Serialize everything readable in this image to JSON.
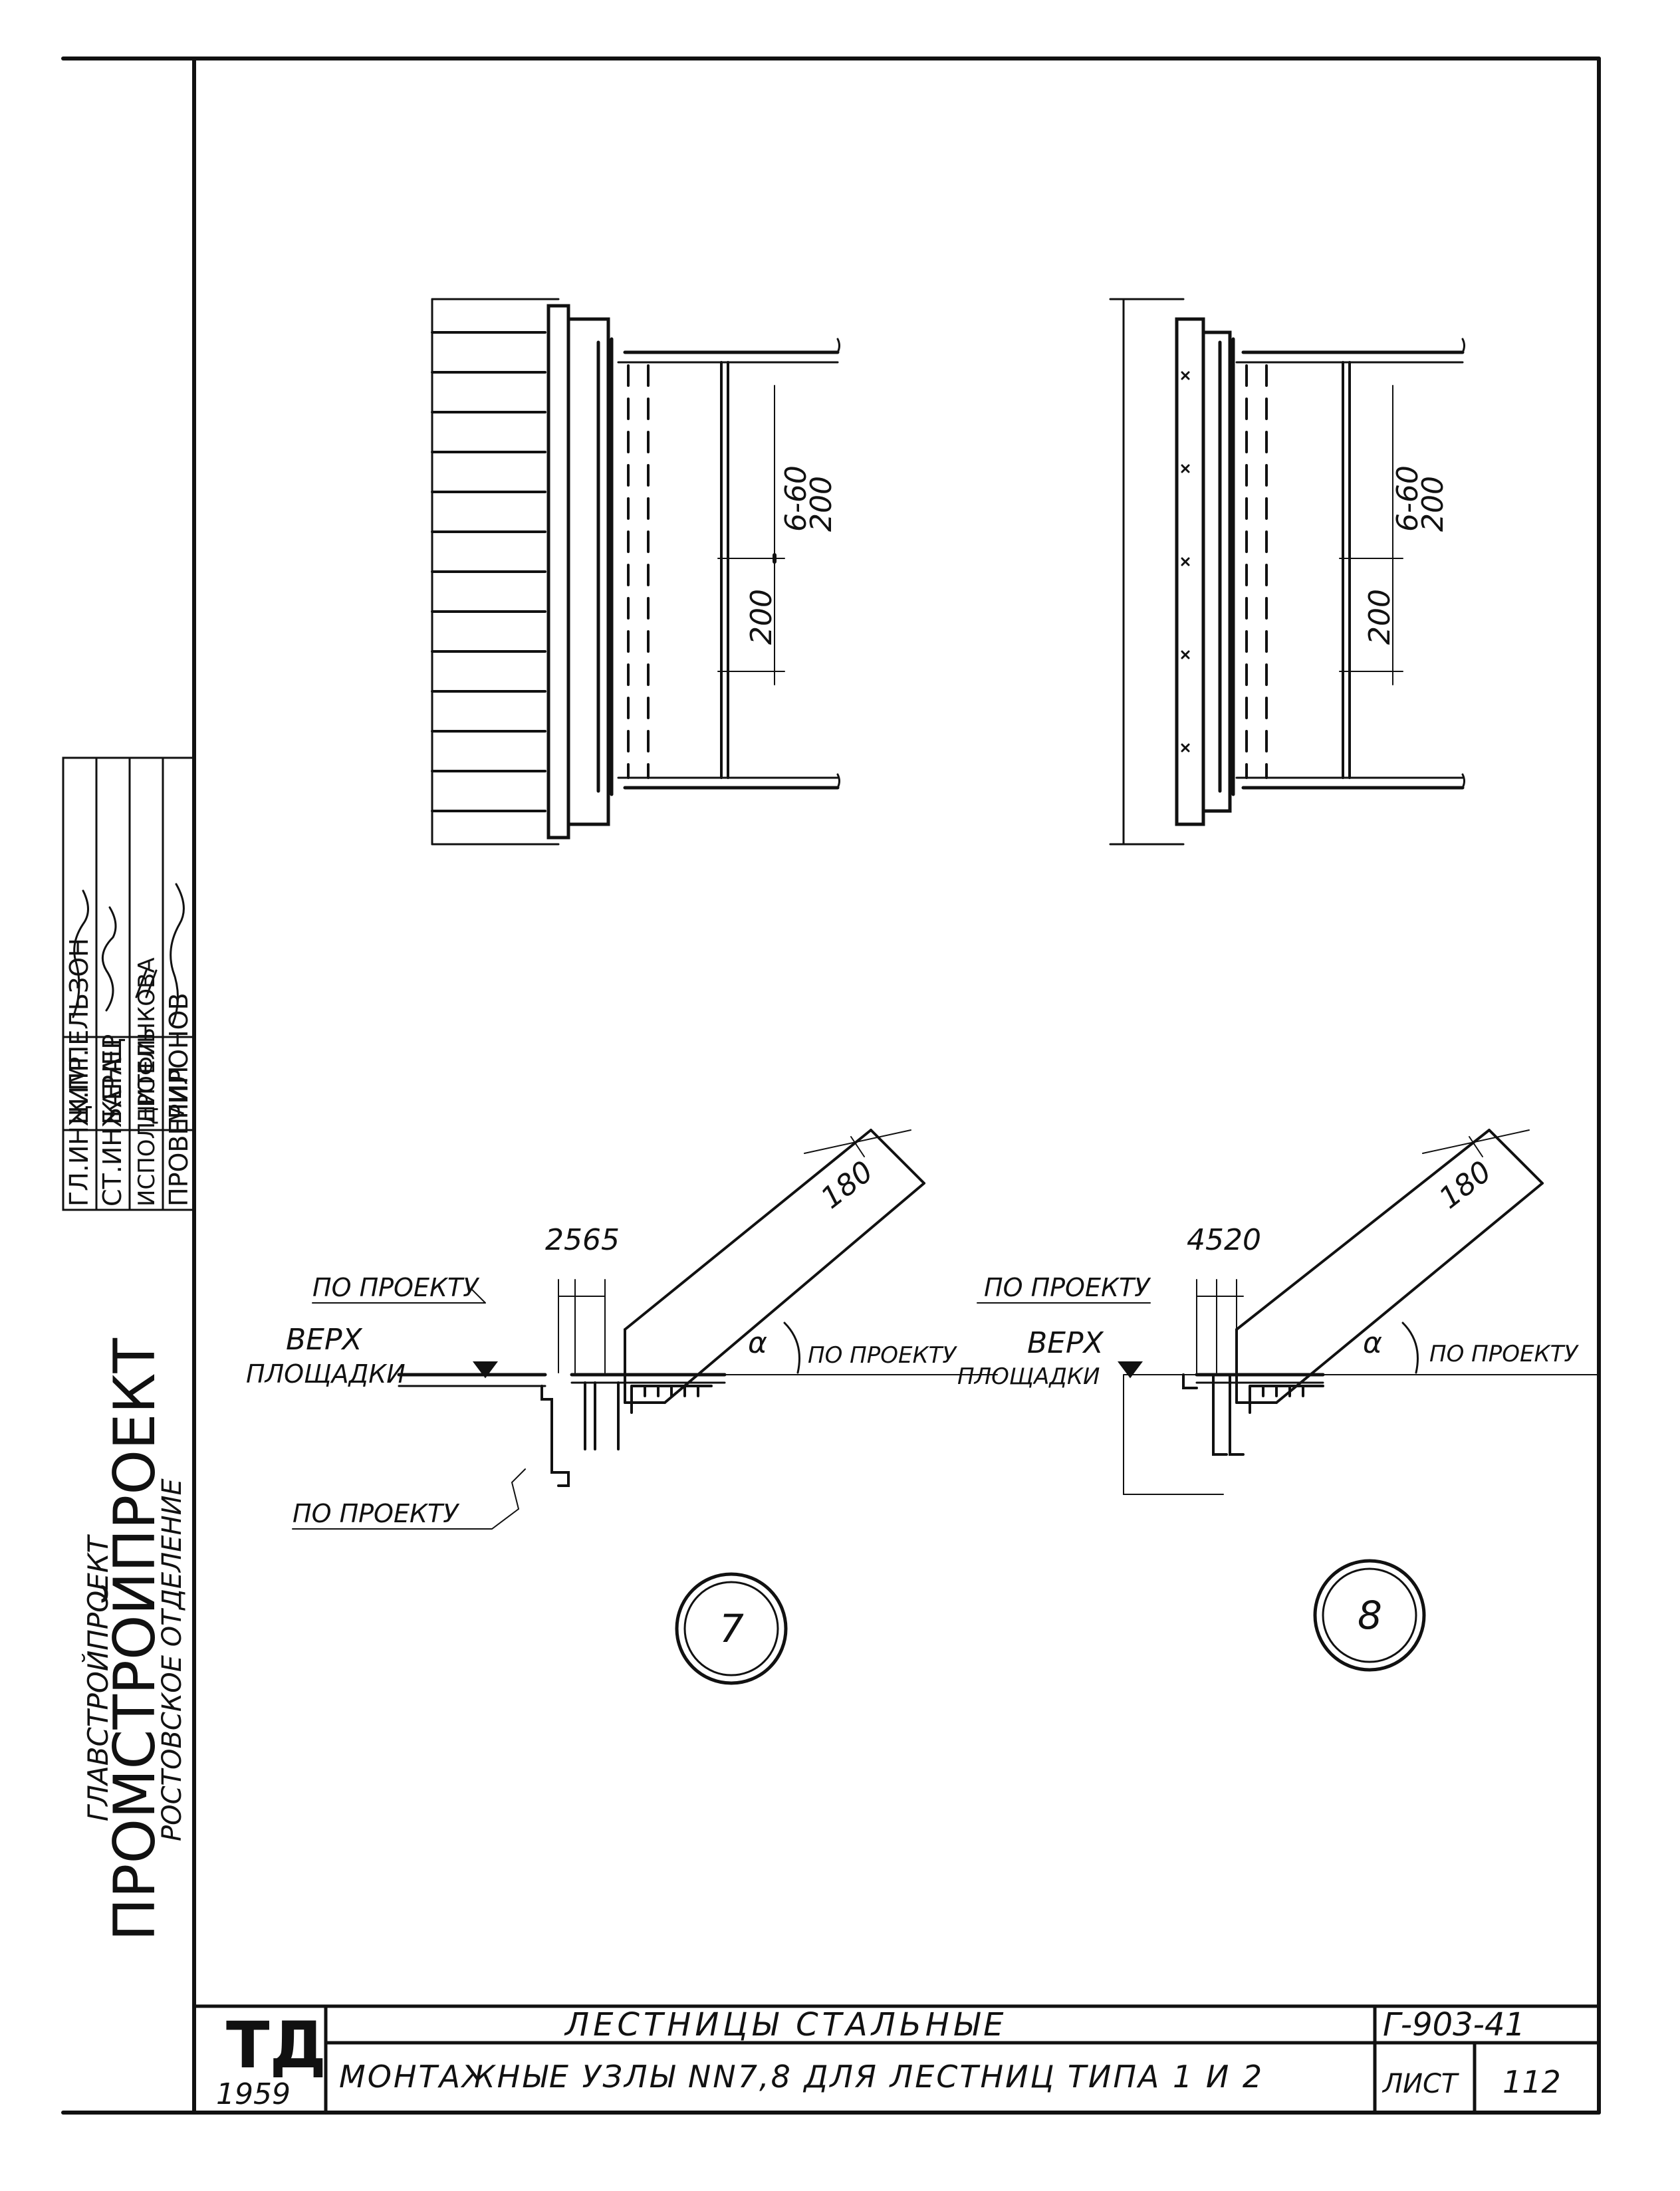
{
  "org": {
    "line1": "ГЛАВСТРОЙПРОЕКТ",
    "line2": "ПРОМСТРОЙПРОЕКТ",
    "line3": "РОСТОВСКОЕ ОТДЕЛЕНИЕ"
  },
  "approvals": [
    {
      "role": "ГЛ.ИНЖ.ПР.",
      "name": "ЦИМПЕЛЬЗОН"
    },
    {
      "role": "СТ.ИНЖЕНЕР",
      "name": "БАРАЦ"
    },
    {
      "role": "ИСПОЛНИТЕЛЬ",
      "name": "ДРОФИНКОВА"
    },
    {
      "role": "ПРОВЕРИЛ",
      "name": "МИРОНОВ"
    }
  ],
  "title_block": {
    "logo": "ТД",
    "year": "1959",
    "title": "ЛЕСТНИЦЫ СТАЛЬНЫЕ",
    "subtitle": "МОНТАЖНЫЕ УЗЛЫ NN7,8 ДЛЯ ЛЕСТНИЦ ТИПА 1 И 2",
    "code": "Г-903-41",
    "sheet_label": "ЛИСТ",
    "sheet_no": "112"
  },
  "node7": {
    "dim_top": "6-60",
    "dim_top2": "200",
    "dim_mid": "200",
    "dim_width": "180",
    "dim_gap": "2565",
    "label_project1": "ПО ПРОЕКТУ",
    "label_top1": "ВЕРХ",
    "label_top2": "ПЛОЩАДКИ",
    "label_alpha": "α",
    "label_project2": "ПО ПРОЕКТУ",
    "label_project3": "ПО ПРОЕКТУ",
    "number": "7"
  },
  "node8": {
    "dim_top": "6-60",
    "dim_top2": "200",
    "dim_mid": "200",
    "dim_width": "180",
    "dim_gap": "4520",
    "label_project1": "ПО ПРОЕКТУ",
    "label_top1": "ВЕРХ",
    "label_top2": "ПЛОЩАДКИ",
    "label_alpha": "α",
    "label_project2": "ПО ПРОЕКТУ",
    "number": "8"
  }
}
